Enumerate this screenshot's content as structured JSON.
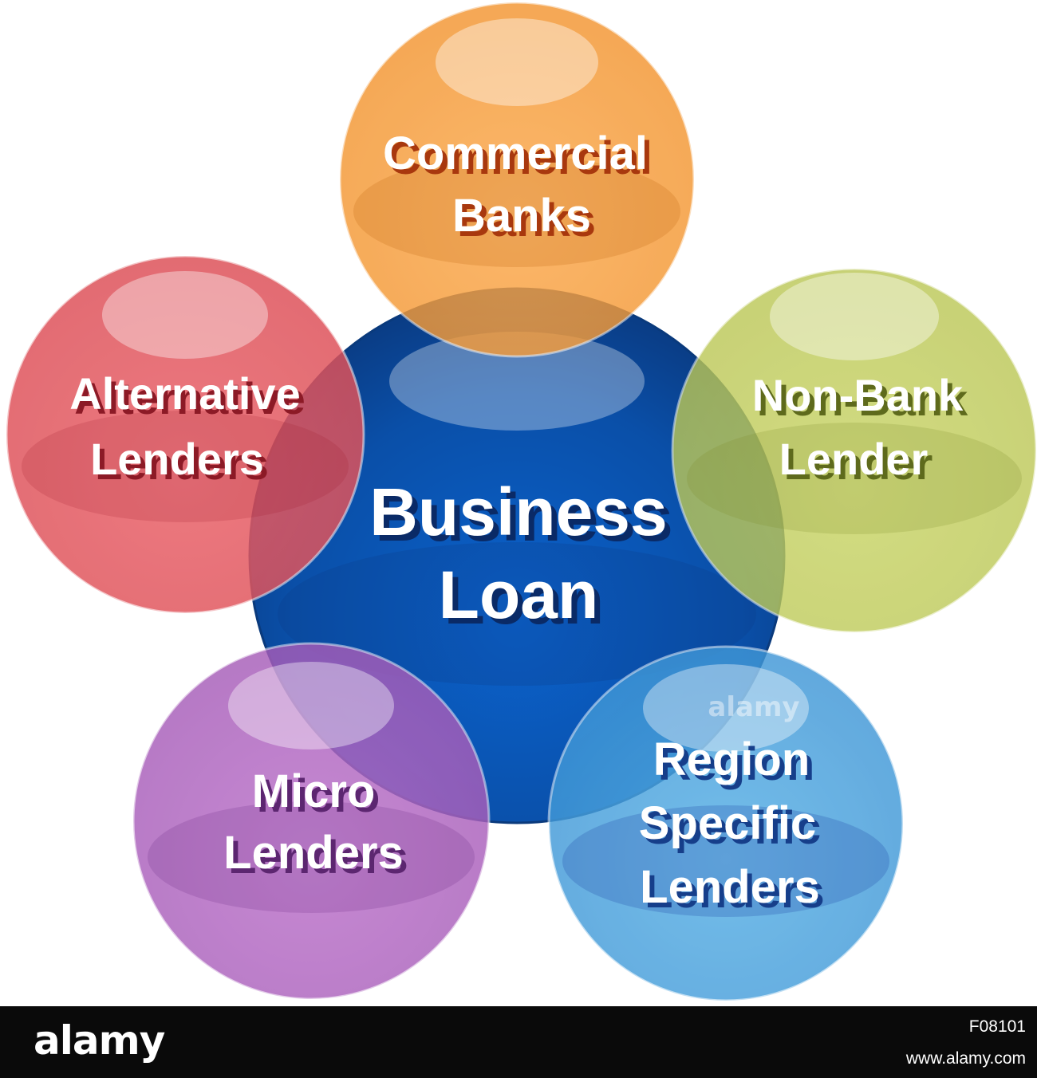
{
  "center": {
    "lines": [
      "Business",
      "Loan"
    ]
  },
  "nodes": [
    {
      "id": "commercial-banks",
      "lines": [
        "Commercial",
        "Banks"
      ],
      "color": "#f9a23c",
      "shadow": "#a8380e"
    },
    {
      "id": "non-bank-lender",
      "lines": [
        "Non-Bank",
        "Lender"
      ],
      "color": "#c2cf5c",
      "shadow": "#5e6a1c"
    },
    {
      "id": "alternative-lenders",
      "lines": [
        "Alternative",
        "Lenders"
      ],
      "color": "#e55a60",
      "shadow": "#8c1a26"
    },
    {
      "id": "micro-lenders",
      "lines": [
        "Micro",
        "Lenders"
      ],
      "color": "#b467c4",
      "shadow": "#5c2670"
    },
    {
      "id": "region-specific-lenders",
      "lines": [
        "Region",
        "Specific",
        "Lenders"
      ],
      "color": "#4aa6e0",
      "shadow": "#163e8a"
    }
  ],
  "center_color": "#0a58b8",
  "footer": {
    "logo": "alamy",
    "image_id": "F08101",
    "url": "www.alamy.com"
  },
  "watermark": "alamy"
}
